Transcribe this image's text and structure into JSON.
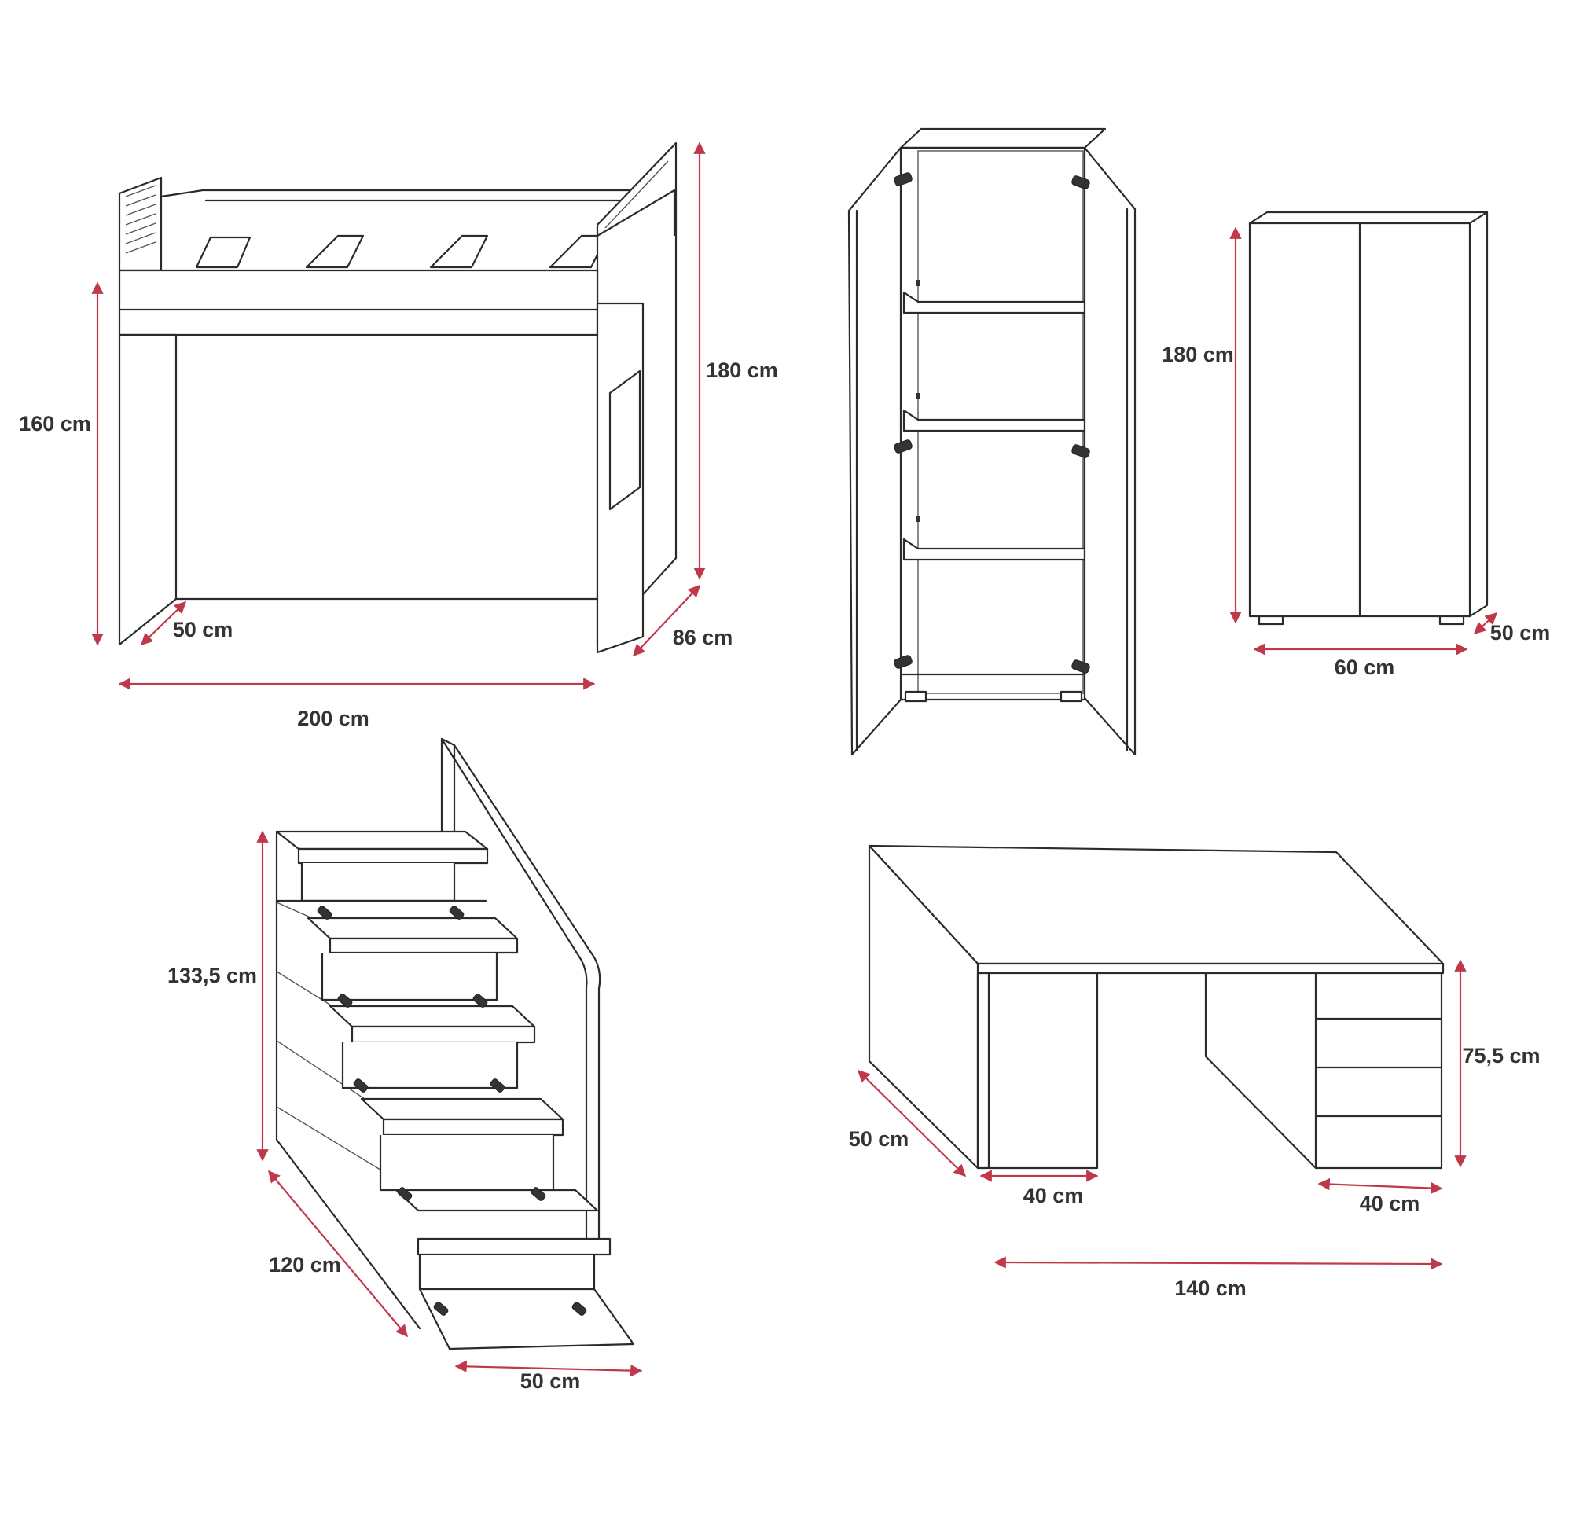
{
  "colors": {
    "outline": "#2b2b2b",
    "dimension_arrow": "#c0394b",
    "label": "#333333",
    "background": "#ffffff"
  },
  "loft_bed": {
    "height_bed": "160 cm",
    "height_total": "180 cm",
    "depth_left": "50 cm",
    "depth_right": "86 cm",
    "length": "200 cm"
  },
  "wardrobe_closed": {
    "height": "180 cm",
    "width": "60 cm",
    "depth": "50 cm"
  },
  "stairs": {
    "height": "133,5 cm",
    "length": "120 cm",
    "width": "50 cm"
  },
  "desk": {
    "height": "75,5 cm",
    "depth": "50 cm",
    "left_cabinet_width": "40 cm",
    "right_cabinet_width": "40 cm",
    "length": "140 cm"
  }
}
